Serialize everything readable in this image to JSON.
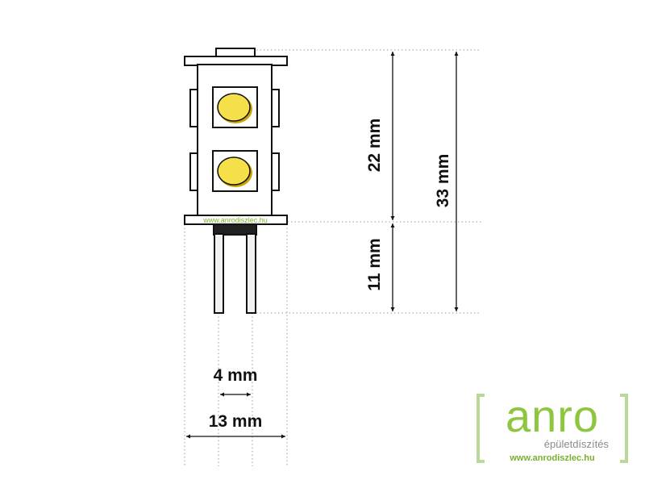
{
  "dimensions": {
    "lamp_height": "22 mm",
    "pin_length": "11 mm",
    "total_height": "33 mm",
    "pin_spacing": "4 mm",
    "body_width": "13 mm"
  },
  "watermark": "www.anrodiszlec.hu",
  "logo": {
    "word": "anro",
    "subtitle": "épületdíszítés",
    "url": "www.anrodiszlec.hu"
  },
  "colors": {
    "led": "#f6e04a",
    "led_shadow": "#c9a300",
    "outline": "#111111",
    "pin_fill": "#f2f2f2",
    "pin_base": "#222222",
    "guide": "#999999",
    "brand_green": "#8dc63f"
  }
}
